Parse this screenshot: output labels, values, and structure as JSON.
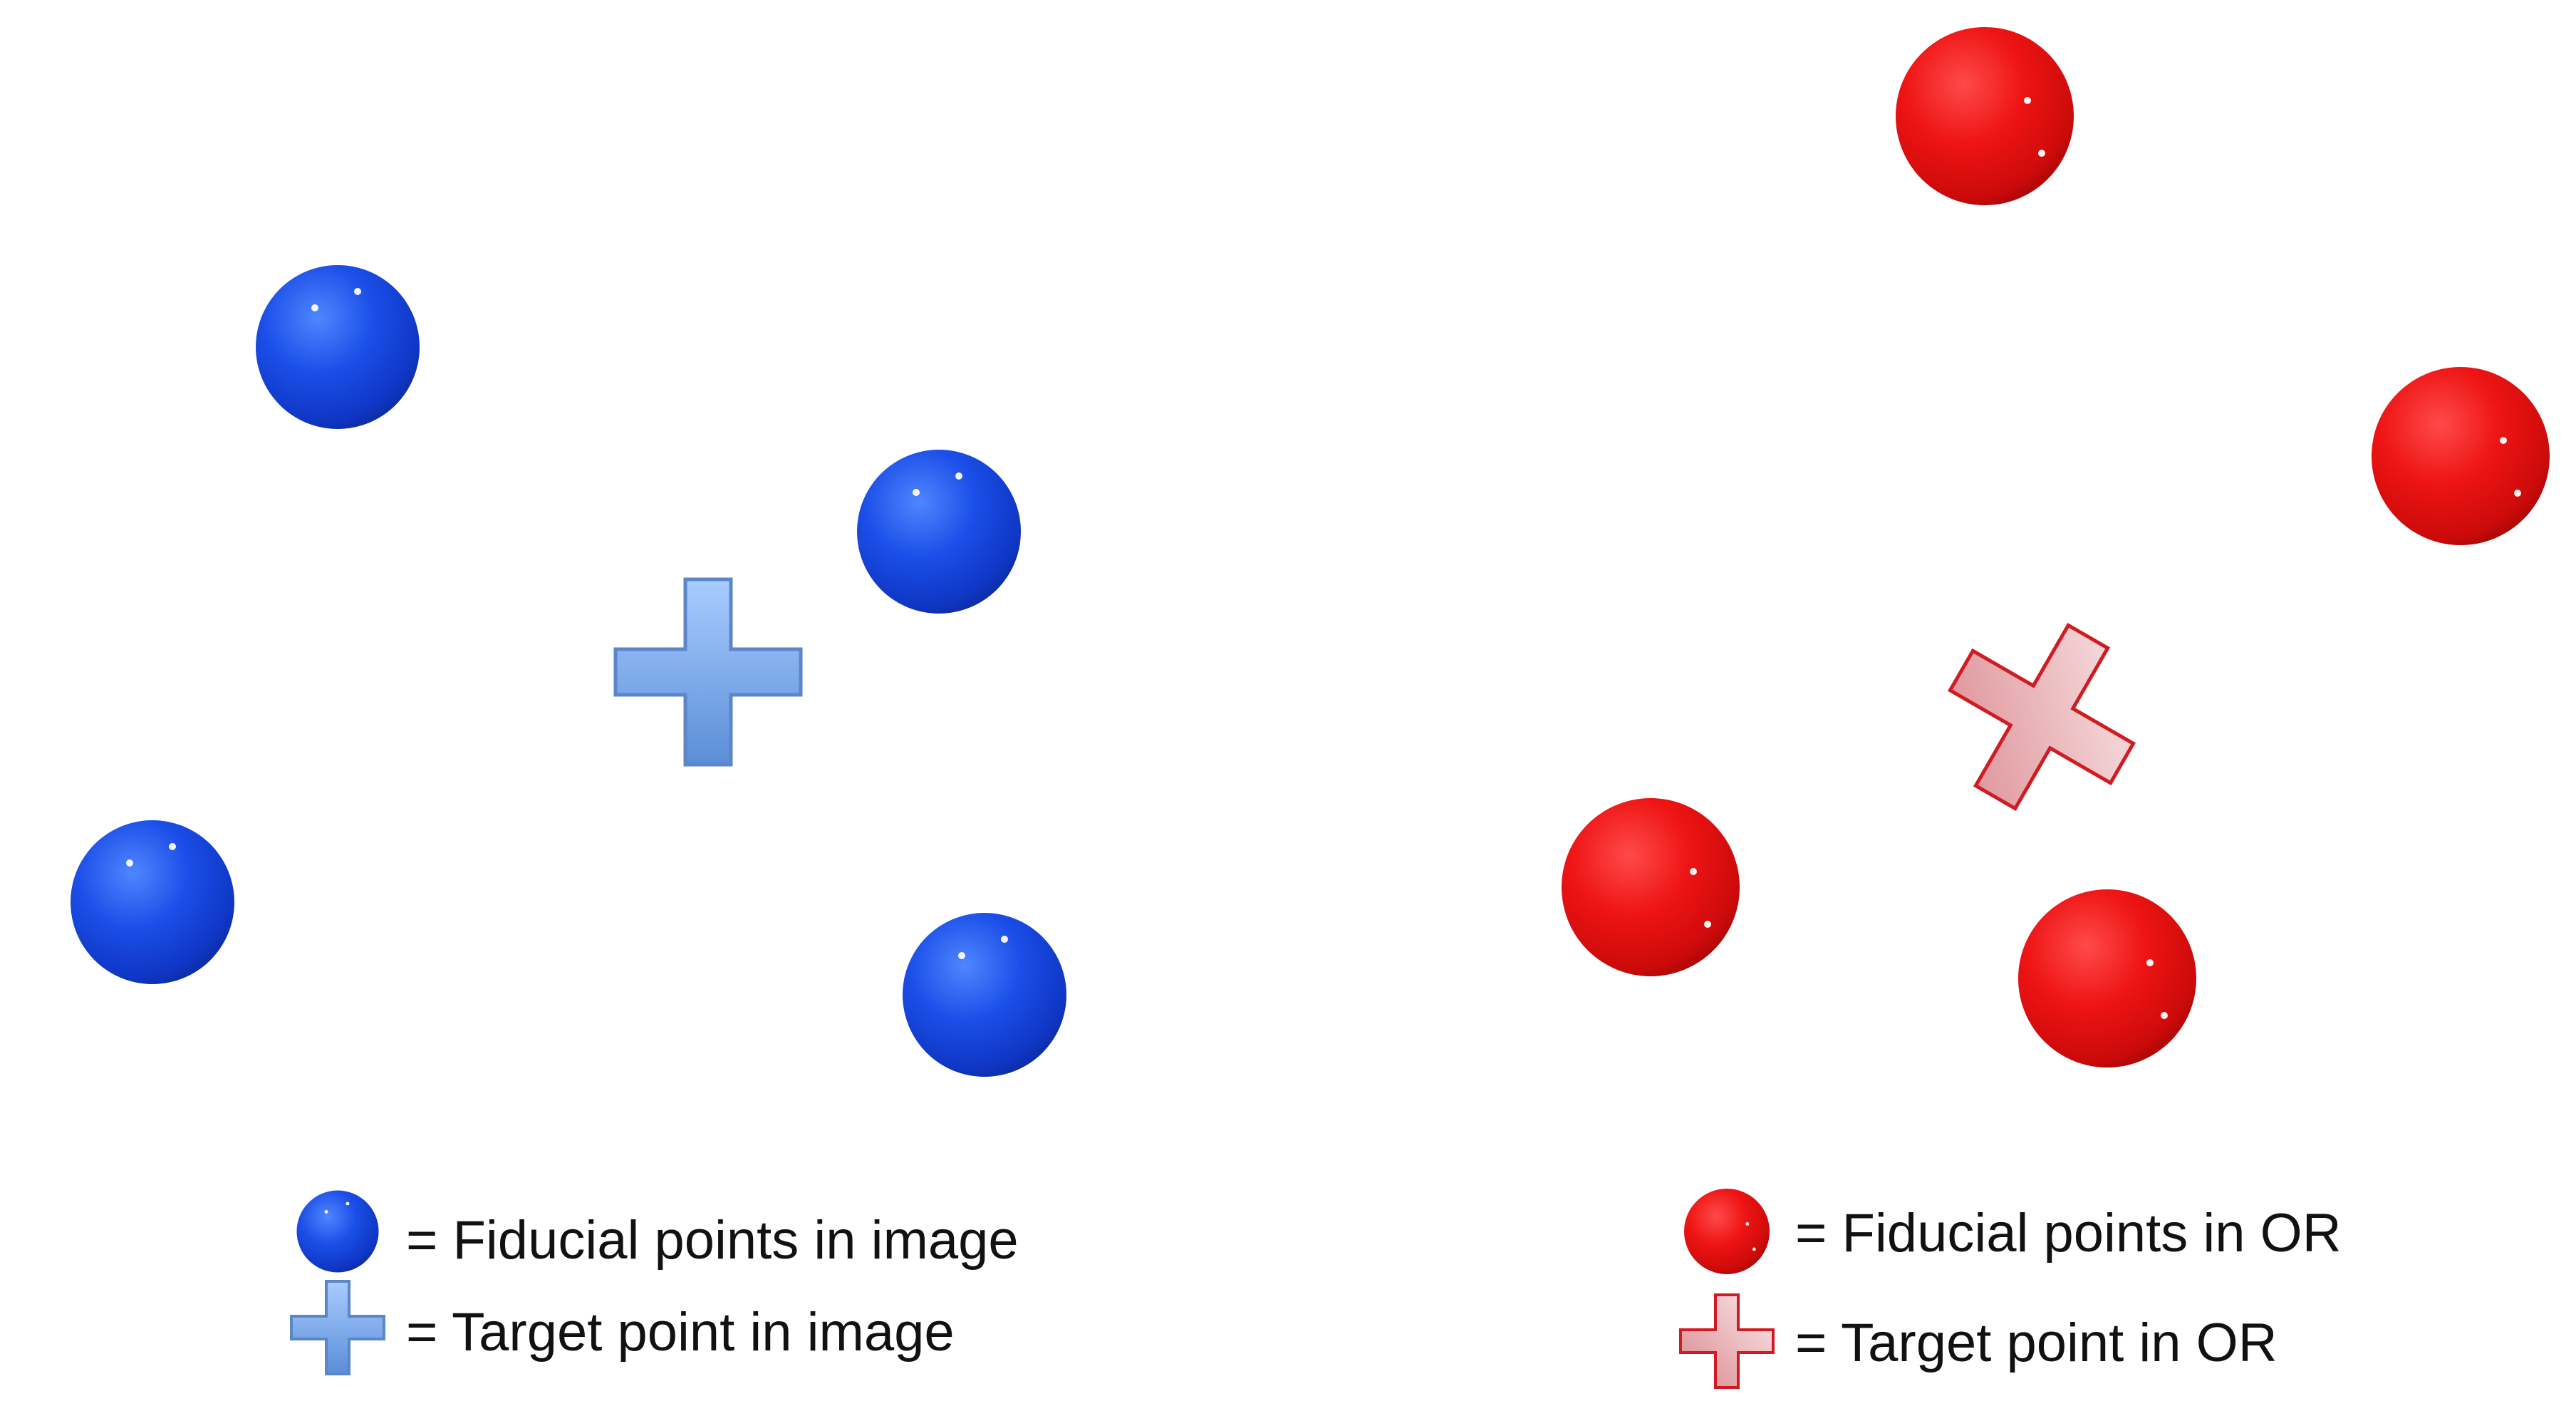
{
  "legend": {
    "image_fiducial_label": "= Fiducial points in image",
    "image_target_label": "= Target point in image",
    "or_fiducial_label": "= Fiducial points in OR",
    "or_target_label": "= Target point in OR"
  },
  "colors": {
    "image_fiducial": "#1a4fe6",
    "image_target": "#7fb0f2",
    "or_fiducial": "#e61010",
    "or_target": "#f2c9cb",
    "or_target_outline": "#d11a22"
  },
  "icons": {
    "image_fiducial": "blue-sphere-icon",
    "image_target": "blue-plus-icon",
    "or_fiducial": "red-sphere-icon",
    "or_target": "red-plus-icon"
  }
}
